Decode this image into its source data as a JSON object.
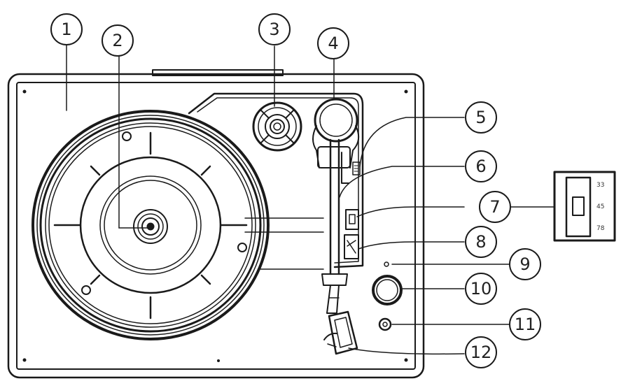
{
  "callouts": [
    "1",
    "2",
    "3",
    "4",
    "5",
    "6",
    "7",
    "8",
    "9",
    "10",
    "11",
    "12"
  ],
  "speed_switch": {
    "labels": [
      "33",
      "45",
      "78"
    ]
  }
}
